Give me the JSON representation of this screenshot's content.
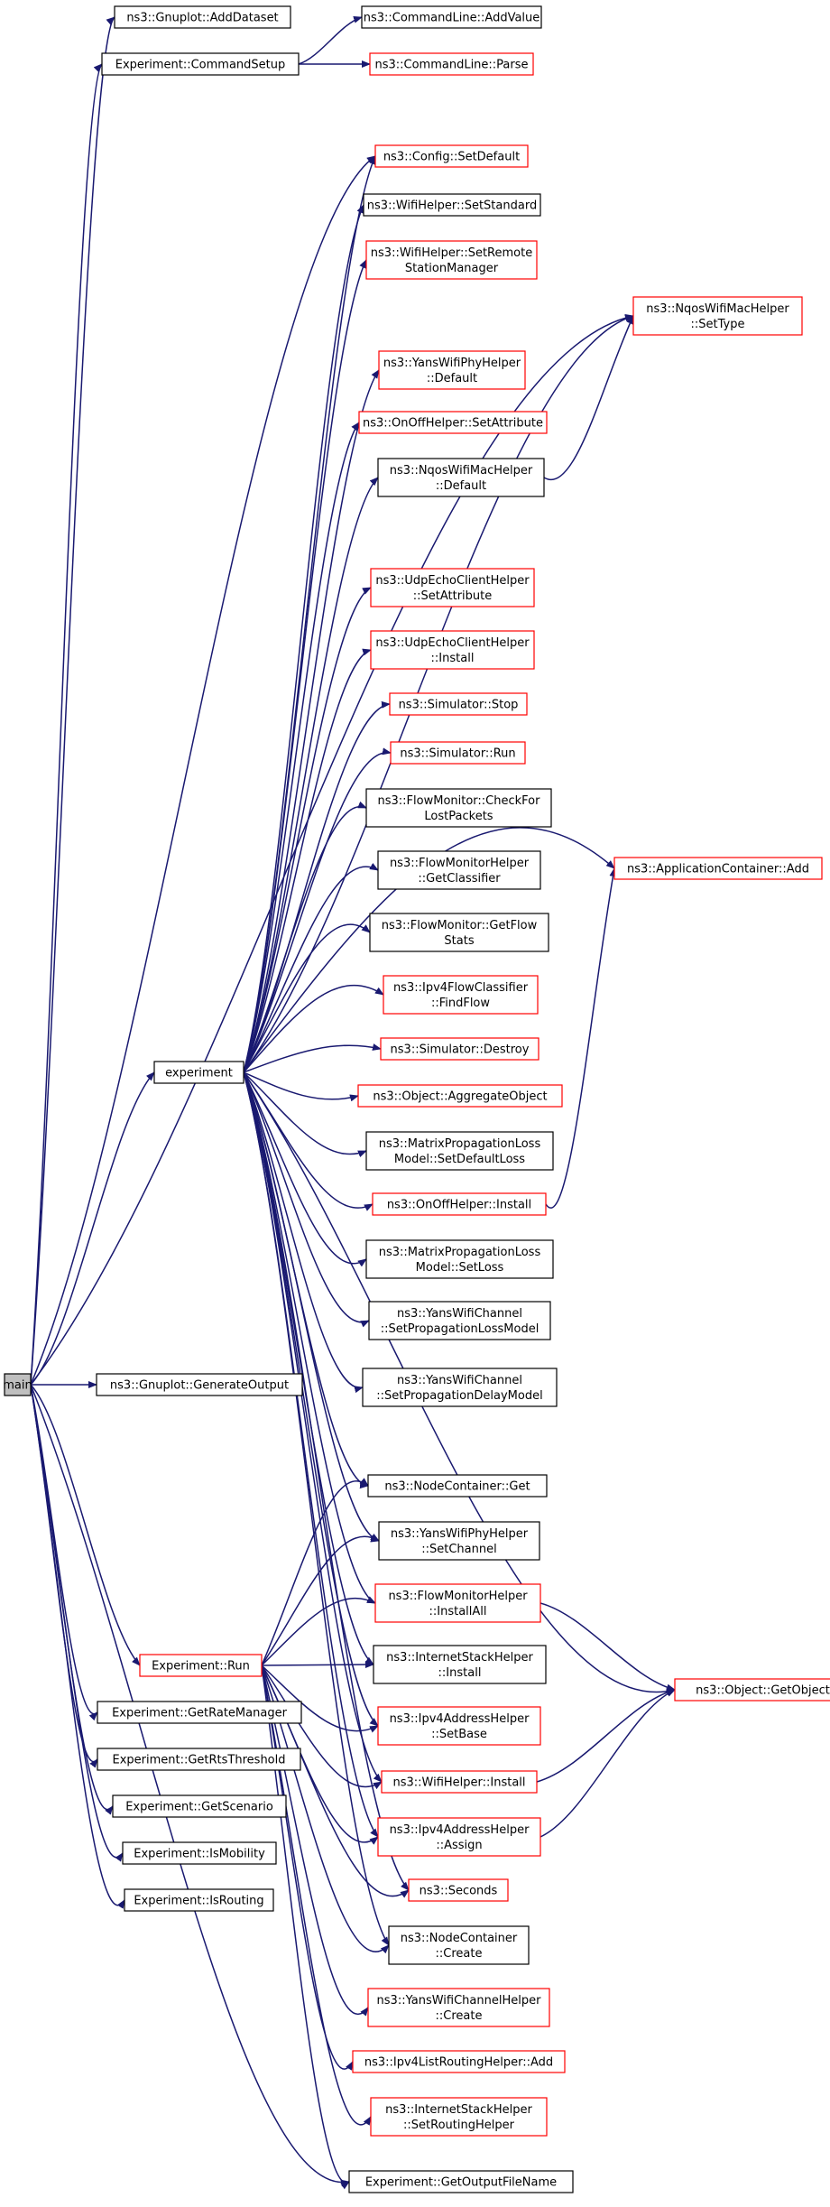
{
  "colors": {
    "edge": "#191970",
    "red_border": "#ff0000",
    "black_border": "#000000",
    "main_fill": "#bfbfbf",
    "node_fill": "#ffffff"
  },
  "nodes": {
    "main": {
      "lines": [
        "main"
      ],
      "style": "main"
    },
    "gnuplot_add_dataset": {
      "lines": [
        "ns3::Gnuplot::AddDataset"
      ],
      "style": "black"
    },
    "command_setup": {
      "lines": [
        "Experiment::CommandSetup"
      ],
      "style": "black"
    },
    "cmdline_add_value": {
      "lines": [
        "ns3::CommandLine::AddValue"
      ],
      "style": "black"
    },
    "cmdline_parse": {
      "lines": [
        "ns3::CommandLine::Parse"
      ],
      "style": "red"
    },
    "config_set_default": {
      "lines": [
        "ns3::Config::SetDefault"
      ],
      "style": "red"
    },
    "wifihelper_set_standard": {
      "lines": [
        "ns3::WifiHelper::SetStandard"
      ],
      "style": "black"
    },
    "wifihelper_set_remote": {
      "lines": [
        "ns3::WifiHelper::SetRemote",
        "StationManager"
      ],
      "style": "red"
    },
    "nqos_set_type": {
      "lines": [
        "ns3::NqosWifiMacHelper",
        "::SetType"
      ],
      "style": "red"
    },
    "yans_phy_default": {
      "lines": [
        "ns3::YansWifiPhyHelper",
        "::Default"
      ],
      "style": "red"
    },
    "onoff_set_attribute": {
      "lines": [
        "ns3::OnOffHelper::SetAttribute"
      ],
      "style": "red"
    },
    "nqos_default": {
      "lines": [
        "ns3::NqosWifiMacHelper",
        "::Default"
      ],
      "style": "black"
    },
    "udpecho_set_attribute": {
      "lines": [
        "ns3::UdpEchoClientHelper",
        "::SetAttribute"
      ],
      "style": "red"
    },
    "udpecho_install": {
      "lines": [
        "ns3::UdpEchoClientHelper",
        "::Install"
      ],
      "style": "red"
    },
    "simulator_stop": {
      "lines": [
        "ns3::Simulator::Stop"
      ],
      "style": "red"
    },
    "simulator_run": {
      "lines": [
        "ns3::Simulator::Run"
      ],
      "style": "red"
    },
    "flowmon_check_lost": {
      "lines": [
        "ns3::FlowMonitor::CheckFor",
        "LostPackets"
      ],
      "style": "black"
    },
    "flowmonhelper_get_classifier": {
      "lines": [
        "ns3::FlowMonitorHelper",
        "::GetClassifier"
      ],
      "style": "black"
    },
    "flowmon_get_flow_stats": {
      "lines": [
        "ns3::FlowMonitor::GetFlow",
        "Stats"
      ],
      "style": "black"
    },
    "ipv4flow_find_flow": {
      "lines": [
        "ns3::Ipv4FlowClassifier",
        "::FindFlow"
      ],
      "style": "red"
    },
    "app_container_add": {
      "lines": [
        "ns3::ApplicationContainer::Add"
      ],
      "style": "red"
    },
    "experiment": {
      "lines": [
        "experiment"
      ],
      "style": "black"
    },
    "simulator_destroy": {
      "lines": [
        "ns3::Simulator::Destroy"
      ],
      "style": "red"
    },
    "object_aggregate": {
      "lines": [
        "ns3::Object::AggregateObject"
      ],
      "style": "red"
    },
    "matrix_set_default_loss": {
      "lines": [
        "ns3::MatrixPropagationLoss",
        "Model::SetDefaultLoss"
      ],
      "style": "black"
    },
    "onoff_install": {
      "lines": [
        "ns3::OnOffHelper::Install"
      ],
      "style": "red"
    },
    "matrix_set_loss": {
      "lines": [
        "ns3::MatrixPropagationLoss",
        "Model::SetLoss"
      ],
      "style": "black"
    },
    "yans_chan_set_loss_model": {
      "lines": [
        "ns3::YansWifiChannel",
        "::SetPropagationLossModel"
      ],
      "style": "black"
    },
    "yans_chan_set_delay_model": {
      "lines": [
        "ns3::YansWifiChannel",
        "::SetPropagationDelayModel"
      ],
      "style": "black"
    },
    "gnuplot_generate_output": {
      "lines": [
        "ns3::Gnuplot::GenerateOutput"
      ],
      "style": "black"
    },
    "nodecontainer_get": {
      "lines": [
        "ns3::NodeContainer::Get"
      ],
      "style": "black"
    },
    "yans_phy_set_channel": {
      "lines": [
        "ns3::YansWifiPhyHelper",
        "::SetChannel"
      ],
      "style": "black"
    },
    "flowmonhelper_install_all": {
      "lines": [
        "ns3::FlowMonitorHelper",
        "::InstallAll"
      ],
      "style": "red"
    },
    "experiment_run": {
      "lines": [
        "Experiment::Run"
      ],
      "style": "red"
    },
    "internetstack_install": {
      "lines": [
        "ns3::InternetStackHelper",
        "::Install"
      ],
      "style": "black"
    },
    "object_get_object": {
      "lines": [
        "ns3::Object::GetObject"
      ],
      "style": "red"
    },
    "ipv4addr_set_base": {
      "lines": [
        "ns3::Ipv4AddressHelper",
        "::SetBase"
      ],
      "style": "red"
    },
    "get_rate_manager": {
      "lines": [
        "Experiment::GetRateManager"
      ],
      "style": "black"
    },
    "get_rts_threshold": {
      "lines": [
        "Experiment::GetRtsThreshold"
      ],
      "style": "black"
    },
    "wifihelper_install": {
      "lines": [
        "ns3::WifiHelper::Install"
      ],
      "style": "red"
    },
    "ipv4addr_assign": {
      "lines": [
        "ns3::Ipv4AddressHelper",
        "::Assign"
      ],
      "style": "red"
    },
    "get_scenario": {
      "lines": [
        "Experiment::GetScenario"
      ],
      "style": "black"
    },
    "is_mobility": {
      "lines": [
        "Experiment::IsMobility"
      ],
      "style": "black"
    },
    "seconds": {
      "lines": [
        "ns3::Seconds"
      ],
      "style": "red"
    },
    "is_routing": {
      "lines": [
        "Experiment::IsRouting"
      ],
      "style": "black"
    },
    "nodecontainer_create": {
      "lines": [
        "ns3::NodeContainer",
        "::Create"
      ],
      "style": "black"
    },
    "yans_chanhelper_create": {
      "lines": [
        "ns3::YansWifiChannelHelper",
        "::Create"
      ],
      "style": "red"
    },
    "ipv4list_add": {
      "lines": [
        "ns3::Ipv4ListRoutingHelper::Add"
      ],
      "style": "red"
    },
    "internetstack_set_routing": {
      "lines": [
        "ns3::InternetStackHelper",
        "::SetRoutingHelper"
      ],
      "style": "red"
    },
    "get_output_file_name": {
      "lines": [
        "Experiment::GetOutputFileName"
      ],
      "style": "black"
    }
  }
}
